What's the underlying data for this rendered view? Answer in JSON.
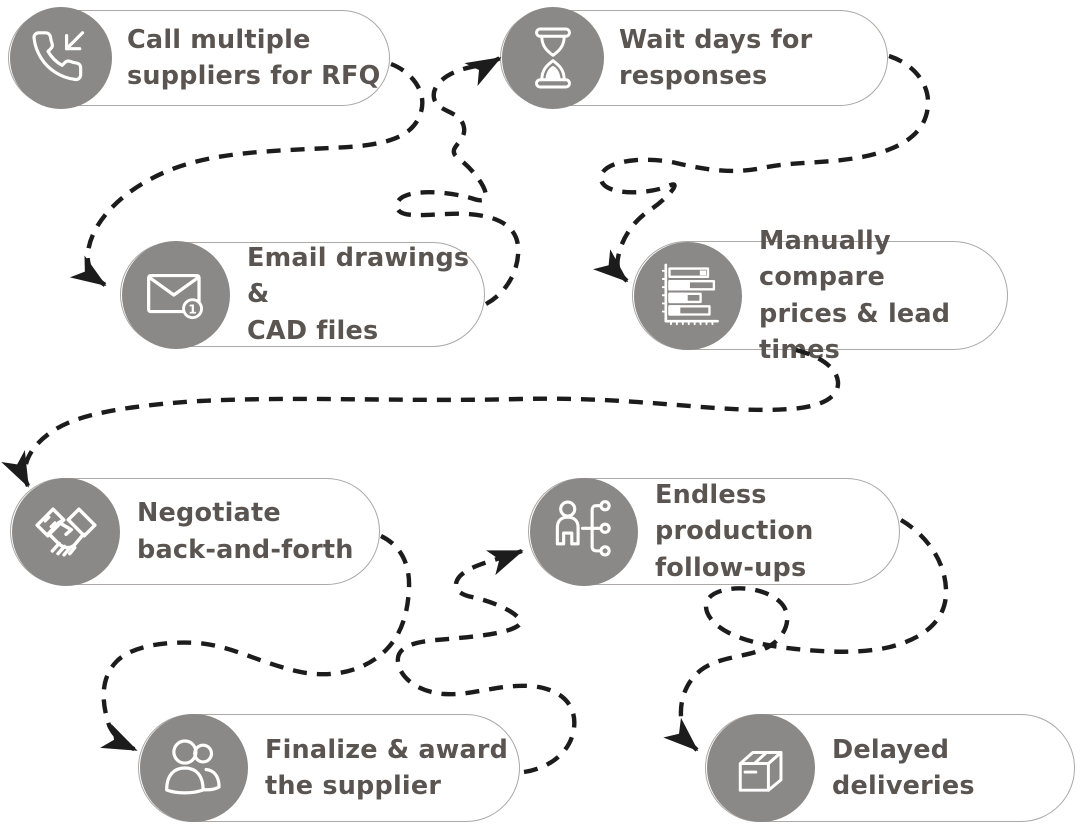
{
  "palette": {
    "background": "#ffffff",
    "circle_fill": "#8b8987",
    "icon_stroke": "#ffffff",
    "pill_border": "#aba8a6",
    "label_color": "#5b5552",
    "connector_color": "#1c1c1c"
  },
  "nodes": [
    {
      "id": "call-suppliers",
      "label": "Call multiple\nsuppliers for RFQ",
      "icon": "phone-incoming-icon"
    },
    {
      "id": "wait-days",
      "label": "Wait days for\nresponses",
      "icon": "hourglass-icon"
    },
    {
      "id": "email-cad",
      "label": "Email drawings &\nCAD files",
      "icon": "envelope-notification-icon",
      "badge": "1"
    },
    {
      "id": "compare-prices",
      "label": "Manually compare\nprices & lead times",
      "icon": "bar-chart-icon"
    },
    {
      "id": "negotiate",
      "label": "Negotiate\nback-and-forth",
      "icon": "handshake-icon"
    },
    {
      "id": "follow-ups",
      "label": "Endless production\nfollow-ups",
      "icon": "person-hierarchy-icon"
    },
    {
      "id": "finalize",
      "label": "Finalize & award\nthe supplier",
      "icon": "people-icon"
    },
    {
      "id": "delayed",
      "label": "Delayed deliveries",
      "icon": "package-icon"
    }
  ],
  "flow": [
    {
      "from": "call-suppliers",
      "to": "email-cad"
    },
    {
      "from": "email-cad",
      "to": "wait-days"
    },
    {
      "from": "wait-days",
      "to": "compare-prices"
    },
    {
      "from": "compare-prices",
      "to": "negotiate"
    },
    {
      "from": "negotiate",
      "to": "finalize"
    },
    {
      "from": "finalize",
      "to": "follow-ups"
    },
    {
      "from": "follow-ups",
      "to": "delayed"
    }
  ]
}
